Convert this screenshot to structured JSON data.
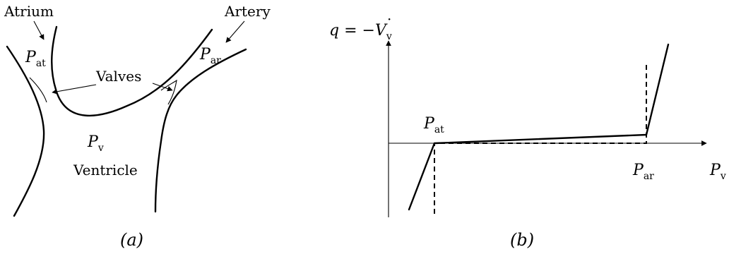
{
  "panel_a": {
    "labels": {
      "atrium": "Atrium",
      "artery": "Artery",
      "valves": "Valves",
      "ventricle": "Ventricle",
      "p_at_main": "P",
      "p_at_sub": "at",
      "p_ar_main": "P",
      "p_ar_sub": "ar",
      "p_v_main": "P",
      "p_v_sub": "v"
    },
    "caption": "(a)"
  },
  "panel_b": {
    "y_axis_label": {
      "lhs": "q = −",
      "v_main": "V",
      "v_dot": "·",
      "v_sub": "v"
    },
    "x_axis_label": {
      "main": "P",
      "sub": "v"
    },
    "point_labels": {
      "p_at_main": "P",
      "p_at_sub": "at",
      "p_ar_main": "P",
      "p_ar_sub": "ar"
    },
    "caption": "(b)"
  }
}
